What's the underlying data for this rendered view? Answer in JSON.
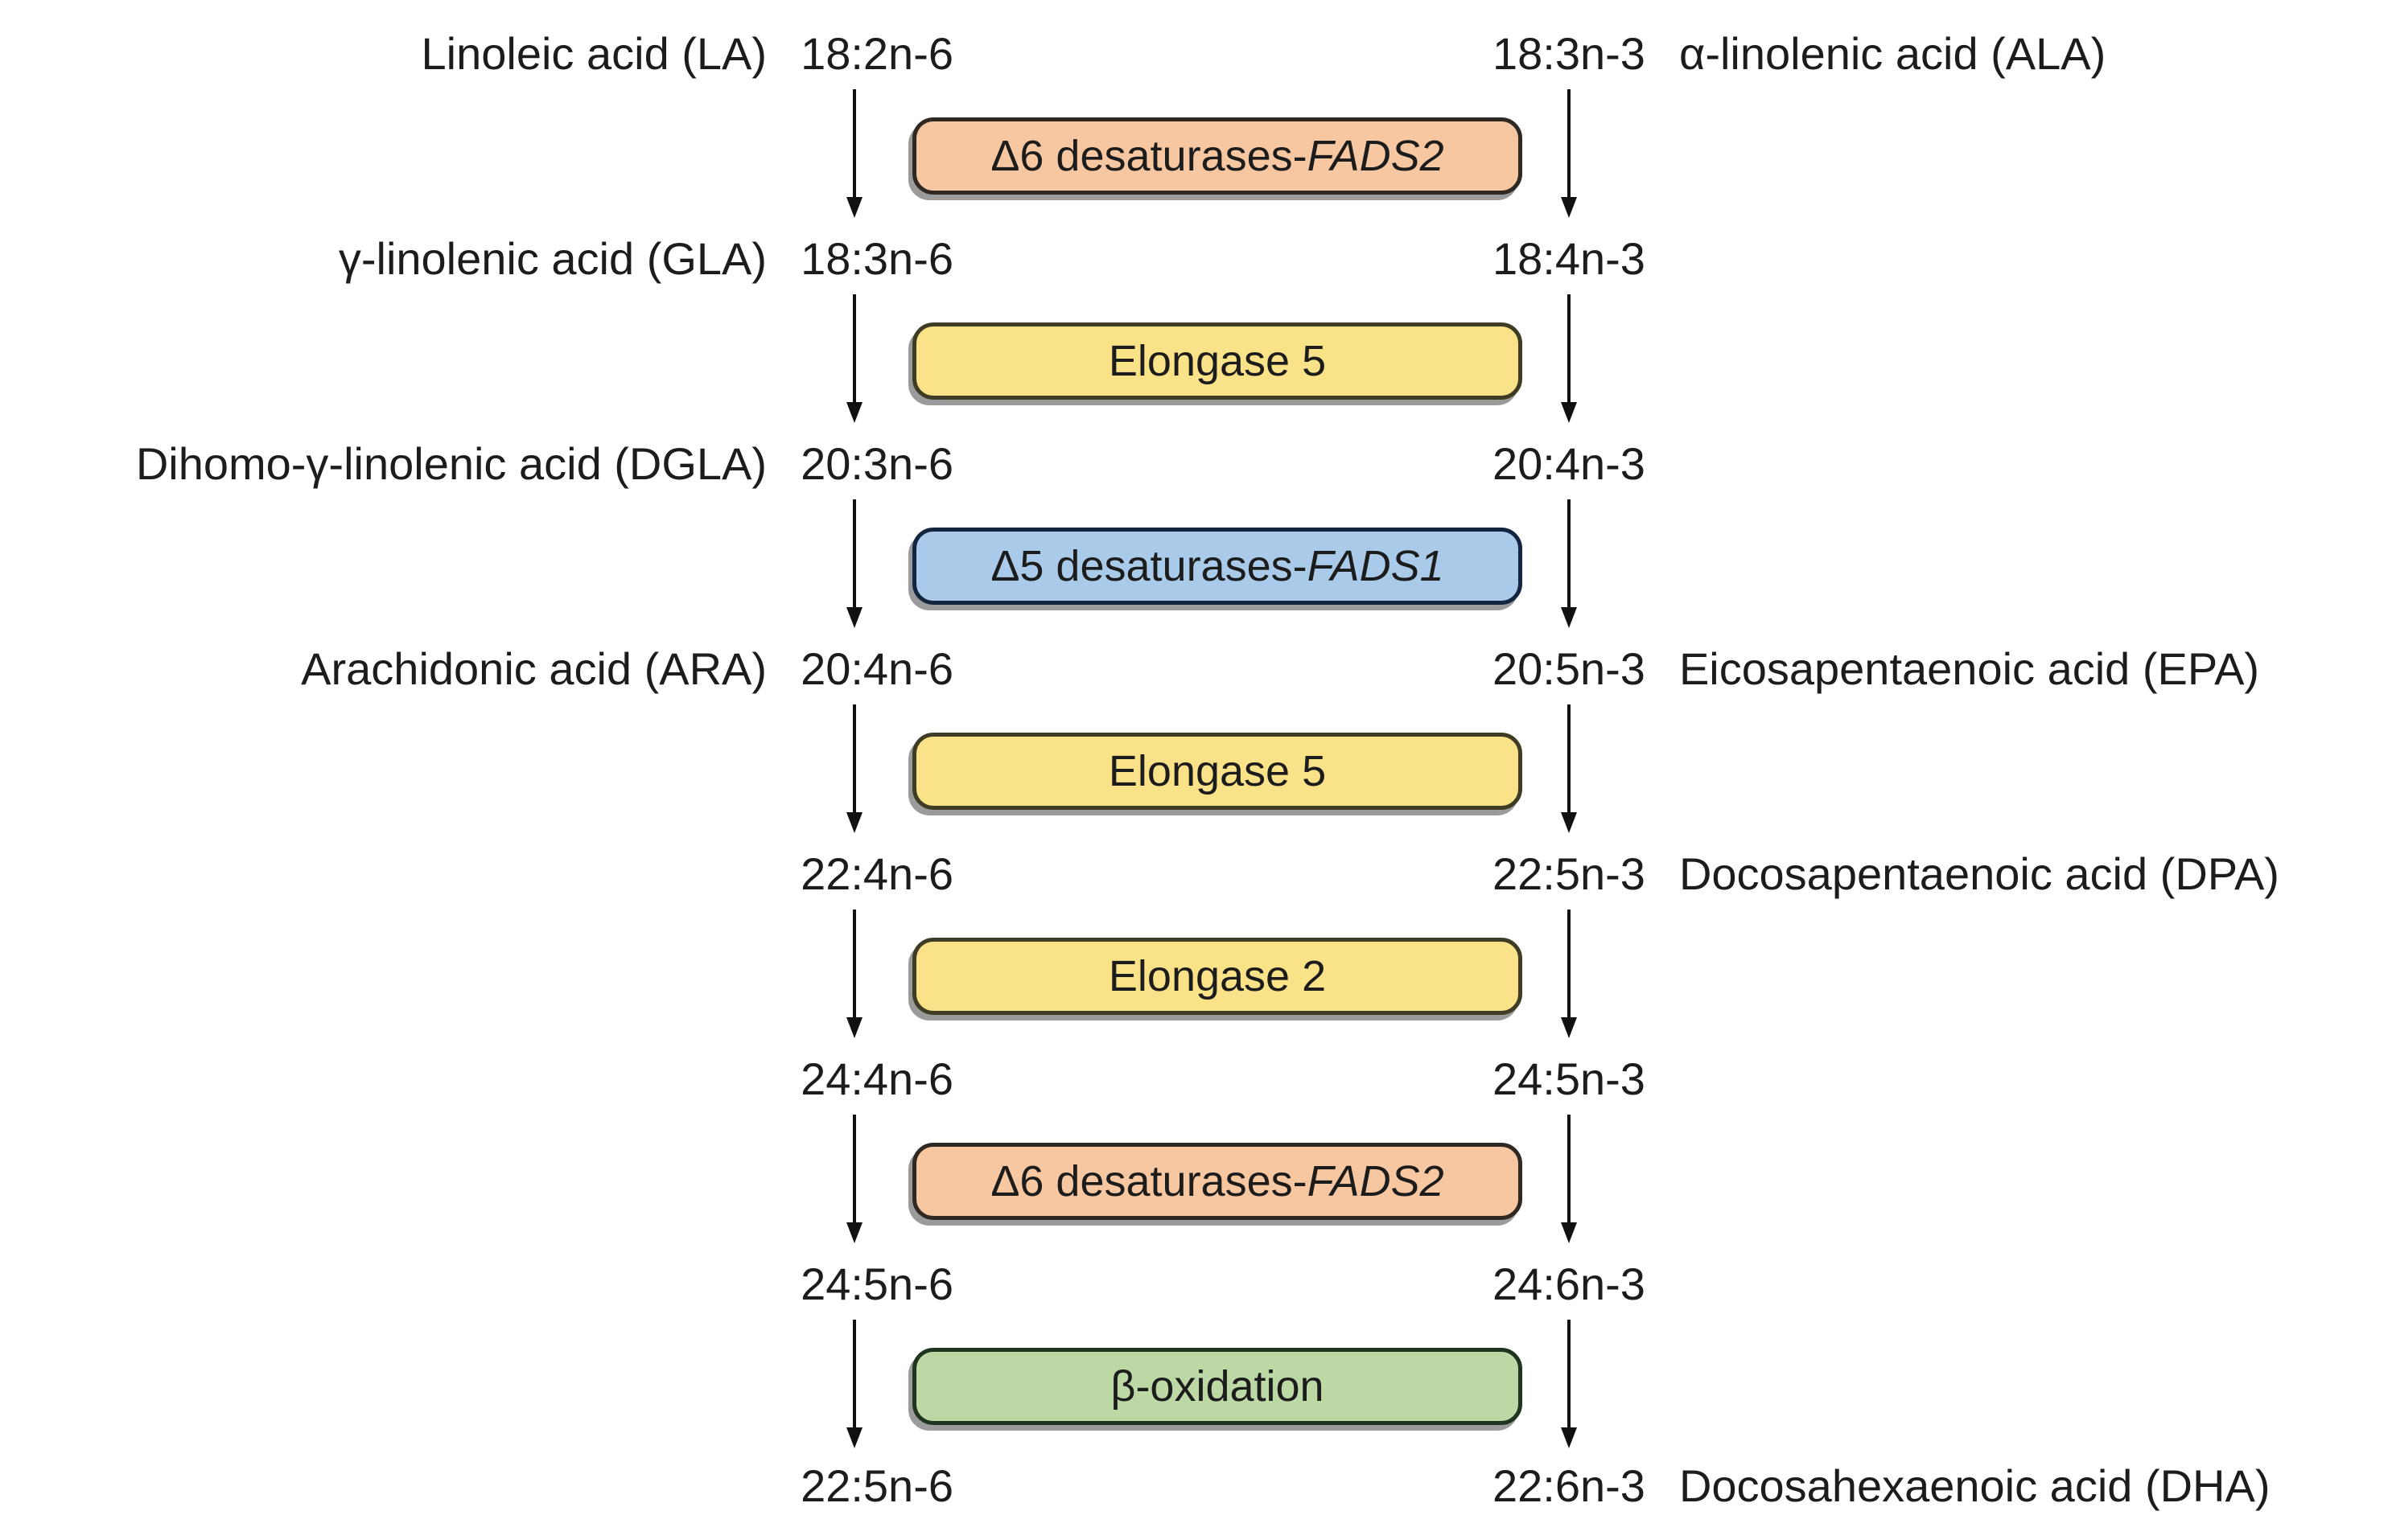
{
  "colors": {
    "background": "#FFFFFF",
    "text": "#1C1C1C",
    "arrow": "#111111",
    "desat-fill": "#F6C7A0",
    "desat-border": "#2F2823",
    "elong-fill": "#FAE289",
    "elong-border": "#3F3C25",
    "fads1-fill": "#A9CBE9",
    "fads1-border": "#13253F",
    "oxid-fill": "#BCD8A5",
    "oxid-border": "#203520"
  },
  "rows": [
    {
      "left": {
        "name": "Linoleic acid (LA)",
        "formula": "18:2n-6"
      },
      "right": {
        "formula": "18:3n-3",
        "name": "α-linolenic acid (ALA)"
      }
    },
    {
      "left": {
        "name": "γ-linolenic acid (GLA)",
        "formula": "18:3n-6"
      },
      "right": {
        "formula": "18:4n-3",
        "name": ""
      }
    },
    {
      "left": {
        "name": "Dihomo-γ-linolenic acid (DGLA)",
        "formula": "20:3n-6"
      },
      "right": {
        "formula": "20:4n-3",
        "name": ""
      }
    },
    {
      "left": {
        "name": "Arachidonic acid (ARA)",
        "formula": "20:4n-6"
      },
      "right": {
        "formula": "20:5n-3",
        "name": "Eicosapentaenoic acid (EPA)"
      }
    },
    {
      "left": {
        "name": "",
        "formula": "22:4n-6"
      },
      "right": {
        "formula": "22:5n-3",
        "name": "Docosapentaenoic acid (DPA)"
      }
    },
    {
      "left": {
        "name": "",
        "formula": "24:4n-6"
      },
      "right": {
        "formula": "24:5n-3",
        "name": ""
      }
    },
    {
      "left": {
        "name": "",
        "formula": "24:5n-6"
      },
      "right": {
        "formula": "24:6n-3",
        "name": ""
      }
    },
    {
      "left": {
        "name": "",
        "formula": "22:5n-6"
      },
      "right": {
        "formula": "22:6n-3",
        "name": "Docosahexaenoic acid (DHA)"
      }
    }
  ],
  "enzymes": [
    {
      "label": "Δ6 desaturases-",
      "gene": "FADS2",
      "type": "desaturase6"
    },
    {
      "label": "Elongase 5",
      "gene": "",
      "type": "elongase"
    },
    {
      "label": "Δ5 desaturases-",
      "gene": "FADS1",
      "type": "desaturase5"
    },
    {
      "label": "Elongase 5",
      "gene": "",
      "type": "elongase"
    },
    {
      "label": "Elongase 2",
      "gene": "",
      "type": "elongase"
    },
    {
      "label": "Δ6 desaturases-",
      "gene": "FADS2",
      "type": "desaturase6"
    },
    {
      "label": "β-oxidation",
      "gene": "",
      "type": "oxidation"
    }
  ]
}
